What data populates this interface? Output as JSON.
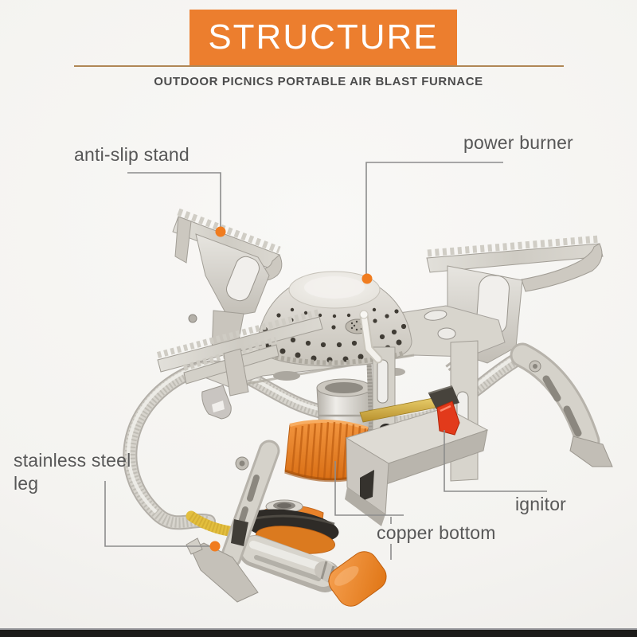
{
  "header": {
    "title": "STRUCTURE",
    "subtitle": "OUTDOOR PICNICS PORTABLE AIR BLAST FURNACE"
  },
  "labels": {
    "anti_slip_stand": "anti-slip stand",
    "power_burner": "power burner",
    "stainless_steel_leg": "stainless steel leg",
    "ignitor": "ignitor",
    "copper_bottom": "copper bottom"
  },
  "colors": {
    "banner_background": "#EC7E2E",
    "banner_text": "#FFFFFF",
    "divider_rule": "#B08756",
    "subtitle_text": "#4C4C4C",
    "label_text": "#575757",
    "callout_line": "#8C8C8C",
    "callout_dot": "#F07C1F",
    "stove_accent_orange": "#E8822A",
    "ignitor_button_red": "#E23A1B",
    "background": "#F5F4F2",
    "bottom_bar": "#1C1B19"
  }
}
